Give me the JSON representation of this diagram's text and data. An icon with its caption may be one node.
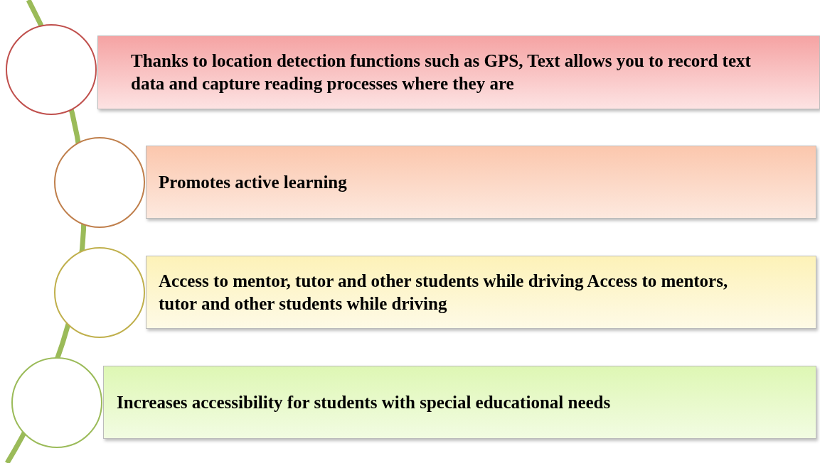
{
  "diagram": {
    "nodes": [
      {
        "text": [],
        "shape": "circle"
      },
      {
        "text": [
          "Thanks to location detection functions such as GPS, Text allows you to record text data and capture reading processes where they are"
        ]
      },
      {
        "text": [],
        "shape": "circle"
      },
      {
        "text": [
          "Promotes active learning"
        ]
      },
      {
        "text": [],
        "shape": "circle"
      },
      {
        "text": [
          "Access to mentor, tutor and other students while driving Access to mentors, tutor and other students while driving"
        ]
      },
      {
        "text": [],
        "shape": "circle"
      },
      {
        "text": [
          "Increases accessibility for students with special educational needs"
        ]
      }
    ]
  }
}
